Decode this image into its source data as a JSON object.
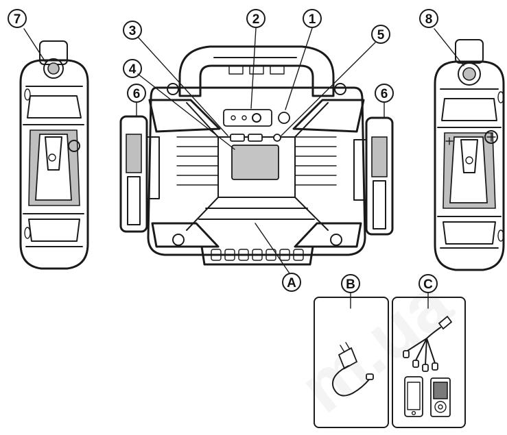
{
  "callouts": {
    "c1": "1",
    "c2": "2",
    "c3": "3",
    "c4": "4",
    "c5": "5",
    "c6a": "6",
    "c6b": "6",
    "c7": "7",
    "c8": "8",
    "cA": "A",
    "cB": "B",
    "cC": "C"
  },
  "watermark": "m.ua",
  "colors": {
    "line": "#1a1a1a",
    "shade": "#bfbfbf",
    "screen": "#c4c4c4"
  }
}
